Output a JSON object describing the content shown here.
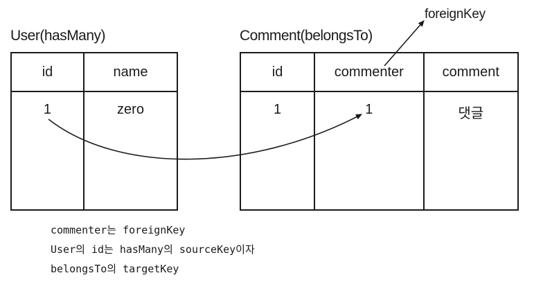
{
  "user_table": {
    "title": "User(hasMany)",
    "headers": [
      "id",
      "name"
    ],
    "row": [
      "1",
      "zero"
    ]
  },
  "comment_table": {
    "title": "Comment(belongsTo)",
    "headers": [
      "id",
      "commenter",
      "comment"
    ],
    "row": [
      "1",
      "1",
      "댓글"
    ]
  },
  "foreign_key_label": "foreignKey",
  "notes": [
    "commenter는 foreignKey",
    "User의 id는 hasMany의 sourceKey이자",
    "belongsTo의 targetKey"
  ]
}
